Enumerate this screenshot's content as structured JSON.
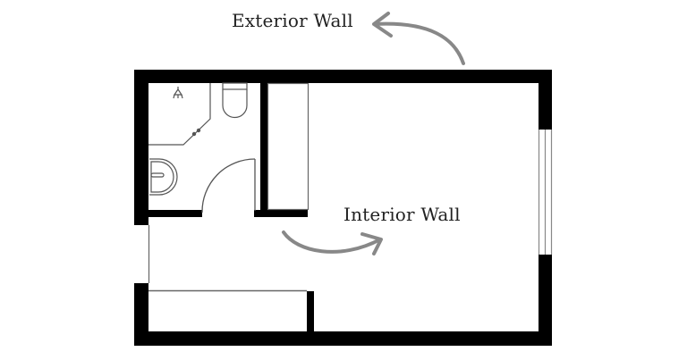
{
  "labels": {
    "exterior_wall": "Exterior Wall",
    "interior_wall": "Interior Wall"
  },
  "colors": {
    "wall": "#000000",
    "fixture_line": "#555555",
    "arrow": "#888888",
    "text": "#222222",
    "background": "#ffffff"
  },
  "floor_plan": {
    "rooms": [
      "bathroom",
      "wardrobe",
      "main-room",
      "counter"
    ],
    "fixtures": [
      "shower",
      "toilet",
      "sink",
      "door-swing",
      "window"
    ]
  },
  "annotations": [
    {
      "label": "Exterior Wall",
      "arrow_points_to": "top exterior wall"
    },
    {
      "label": "Interior Wall",
      "arrow_points_from": "bathroom/wardrobe interior wall"
    }
  ]
}
